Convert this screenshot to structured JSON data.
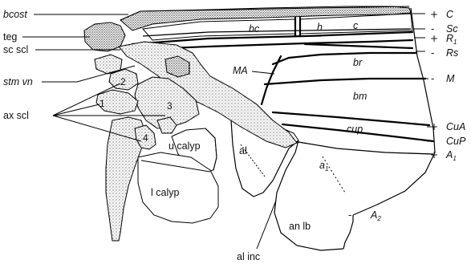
{
  "labels": {
    "bcost": "bcost",
    "teg": "teg",
    "sc_scl": "sc scl",
    "stm_vn": "stm vn",
    "ax_scl": "ax scl",
    "al_inc": "al inc",
    "bc": "bc",
    "h": "h",
    "c": "c",
    "br": "br",
    "bm": "bm",
    "MA": "MA",
    "cup": "cup",
    "a": "a",
    "a_sub": "1",
    "an_lb": "an lb",
    "al": "al",
    "u_calyp": "u calyp",
    "l_calyp": "l calyp",
    "scl1": "1",
    "scl2": "2",
    "scl3": "3",
    "scl4": "4"
  },
  "veins": [
    {
      "sign": "+",
      "name": "C",
      "sub": ""
    },
    {
      "sign": "-",
      "name": "Sc",
      "sub": ""
    },
    {
      "sign": "+",
      "name": "R",
      "sub": "1"
    },
    {
      "sign": "-",
      "name": "Rs",
      "sub": ""
    },
    {
      "sign": "-",
      "name": "M",
      "sub": ""
    },
    {
      "sign": "+",
      "name": "CuA",
      "sub": ""
    },
    {
      "sign": "-",
      "name": "CuP",
      "sub": ""
    },
    {
      "sign": "+",
      "name": "A",
      "sub": "1"
    }
  ],
  "a2": {
    "sign": "-",
    "name": "A",
    "sub": "2"
  }
}
